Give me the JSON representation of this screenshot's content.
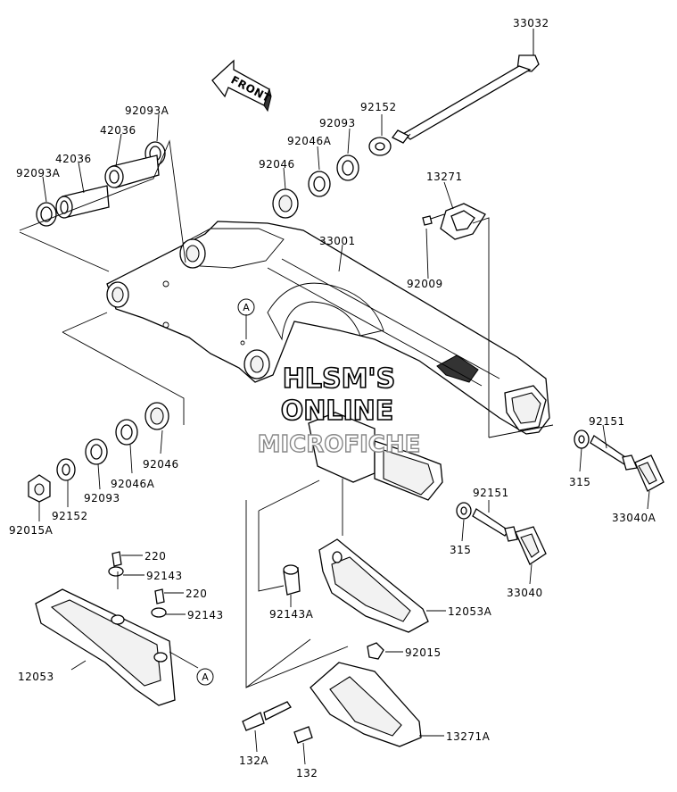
{
  "diagram": {
    "front_label": "FRONT",
    "callout": "A",
    "watermark": [
      "HLSM'S",
      "ONLINE",
      "MICROFICHE"
    ],
    "labels": {
      "l33032": "33032",
      "l92152_top": "92152",
      "l92093_top": "92093",
      "l92046A_top": "92046A",
      "l92046_top": "92046",
      "l92093A_top": "92093A",
      "l42036_a": "42036",
      "l42036_b": "42036",
      "l92093A_left": "92093A",
      "l13271": "13271",
      "l33001": "33001",
      "l92009": "92009",
      "l92151_right": "92151",
      "l315_right": "315",
      "l33040A": "33040A",
      "l92046_low": "92046",
      "l92046A_low": "92046A",
      "l92093_low": "92093",
      "l92152_low": "92152",
      "l92015A": "92015A",
      "l92151_mid": "92151",
      "l315_mid": "315",
      "l33040": "33040",
      "l220_a": "220",
      "l92143_a": "92143",
      "l220_b": "220",
      "l92143_b": "92143",
      "l92143A": "92143A",
      "l12053A": "12053A",
      "l12053": "12053",
      "l92015": "92015",
      "l13271A": "13271A",
      "l132A": "132A",
      "l132": "132"
    }
  }
}
